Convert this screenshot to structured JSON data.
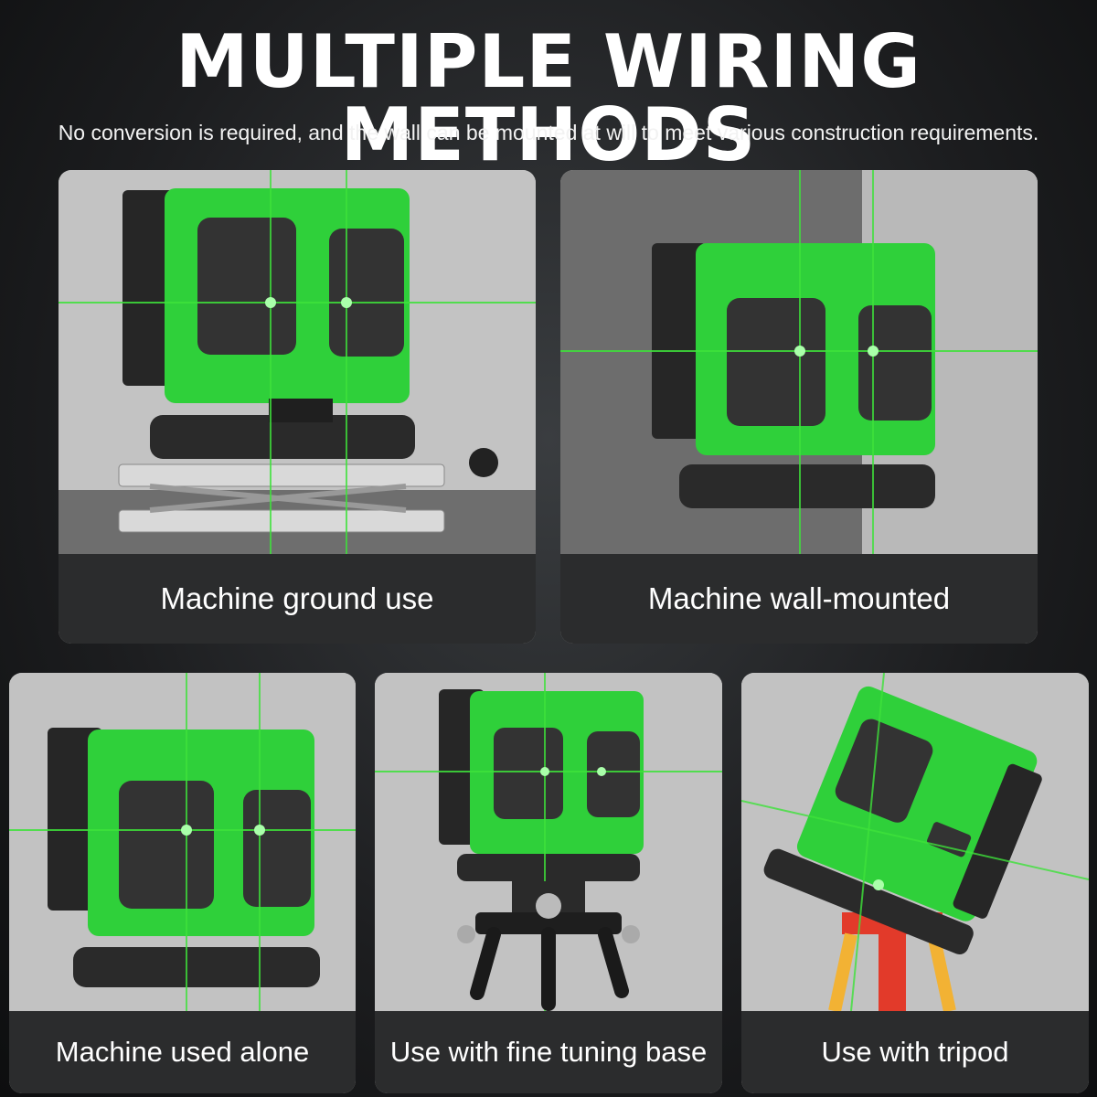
{
  "header": {
    "title": "MULTIPLE WIRING METHODS",
    "subtitle": "No conversion is required, and the wall can be mounted at will to meet various construction requirements."
  },
  "cards": [
    {
      "caption": "Machine ground use"
    },
    {
      "caption": "Machine wall-mounted"
    },
    {
      "caption": "Machine used alone"
    },
    {
      "caption": "Use with fine tuning base"
    },
    {
      "caption": "Use with tripod"
    }
  ],
  "colors": {
    "laser_green": "#3ee23a",
    "device_green": "#2fd03a",
    "tripod_red": "#e23a2a",
    "tripod_yellow": "#f2b234",
    "caption_bg": "#1e1f21"
  }
}
